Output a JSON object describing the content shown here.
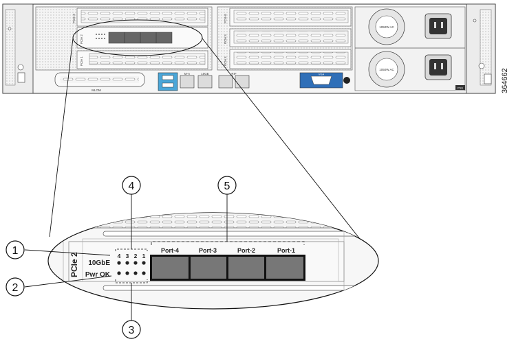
{
  "server": {
    "slots": {
      "pcie3": "PCIe 3",
      "pcie2": "PCIe 2",
      "pcie1": "PCIe 1",
      "pcie6": "PCIe 6",
      "pcie5": "PCIe 5",
      "pcie4": "PCIe 4"
    },
    "psu_top": "1050W AC",
    "psu_bottom": "1050W AC",
    "mlom": "MLOM",
    "port_mlan": "M-A",
    "port_10g": "10GE",
    "port_bottom_right": "RIF",
    "vga": "VGA",
    "psu_tag": "PSU"
  },
  "detail": {
    "slot_label": "PCIe 2",
    "led_10gbe": "10GbE",
    "led_pwr_ok": "Pwr OK",
    "led_numbers": [
      "4",
      "3",
      "2",
      "1"
    ],
    "ports": [
      "Port-4",
      "Port-3",
      "Port-2",
      "Port-1"
    ]
  },
  "callouts": [
    "1",
    "2",
    "3",
    "4",
    "5"
  ],
  "figure_id": "364662"
}
